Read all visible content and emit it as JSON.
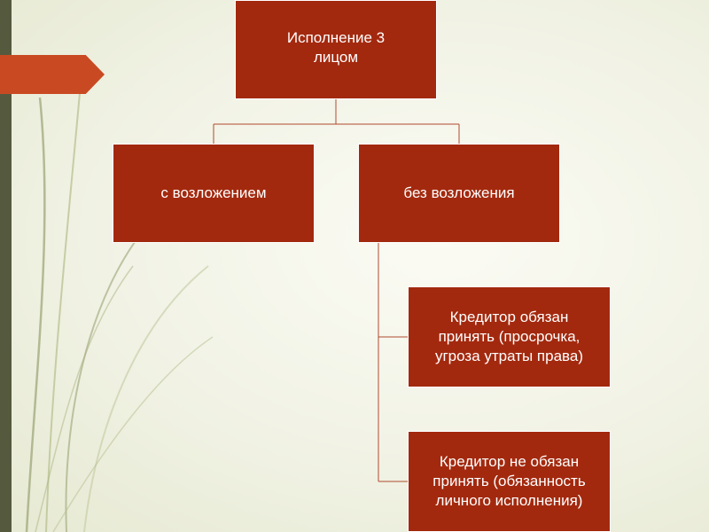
{
  "diagram": {
    "root": {
      "label": "Исполнение 3\nлицом"
    },
    "children": [
      {
        "label": "с возложением"
      },
      {
        "label": "без возложения"
      }
    ],
    "subchildren": [
      {
        "label": "Кредитор обязан\nпринять (просрочка,\nугроза утраты права)"
      },
      {
        "label": "Кредитор не обязан\nпринять (обязанность\nличного исполнения)"
      }
    ]
  },
  "colors": {
    "box_fill": "#a3290e",
    "accent_tab": "#c94a22",
    "side_bar": "#555a3e",
    "connector": "#b04a2e"
  },
  "icons": {
    "arrow_tab": "chevron-tab-icon"
  }
}
